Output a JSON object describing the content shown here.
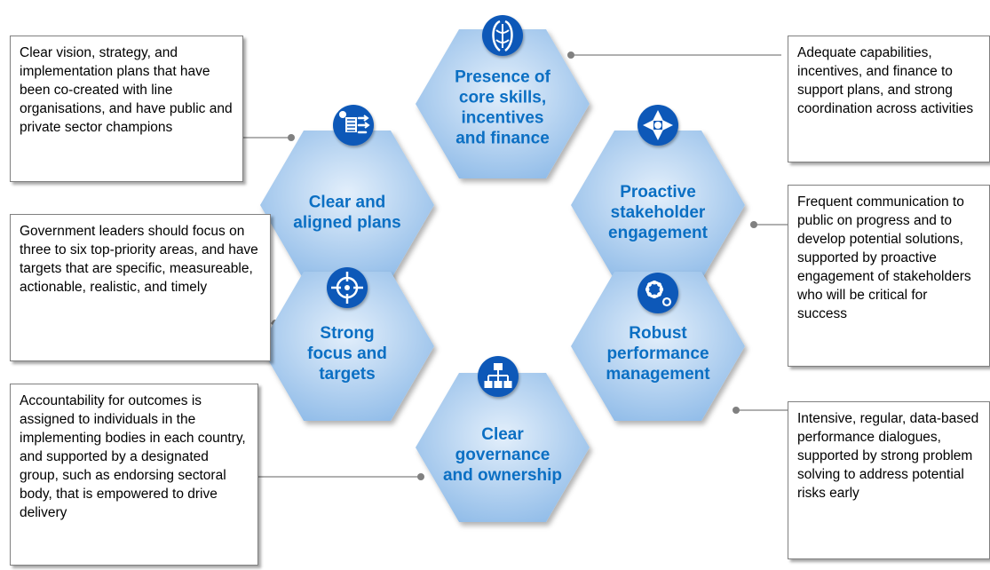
{
  "colors": {
    "hex_fill_light": "#e3effb",
    "hex_fill_dark": "#8fbbe8",
    "label_blue": "#0b6fc3",
    "icon_blue": "#0a58b8",
    "connector": "#808080"
  },
  "elements": [
    {
      "id": "skills",
      "label_lines": [
        "Presence of",
        "core skills,",
        "incentives",
        "and finance"
      ],
      "icon": "brain-icon",
      "description": "Adequate capabilities, incentives, and finance to support plans, and strong coordination across activities"
    },
    {
      "id": "plans",
      "label_lines": [
        "Clear and",
        "aligned plans"
      ],
      "icon": "plan-icon",
      "description": "Clear vision, strategy, and implementation plans that have been co-created with line organisations, and have public and private sector champions"
    },
    {
      "id": "stakeholder",
      "label_lines": [
        "Proactive",
        "stakeholder",
        "engagement"
      ],
      "icon": "handshake-icon",
      "description": "Frequent communication to public on progress and to develop potential solutions, supported by proactive engagement of stakeholders who will be critical for success"
    },
    {
      "id": "focus",
      "label_lines": [
        "Strong",
        "focus and",
        "targets"
      ],
      "icon": "target-icon",
      "description": "Government leaders should focus on three to six top-priority areas, and have targets that are specific, measureable, actionable, realistic, and timely"
    },
    {
      "id": "performance",
      "label_lines": [
        "Robust",
        "performance",
        "management"
      ],
      "icon": "gears-icon",
      "description": "Intensive, regular, data-based performance dialogues, supported by strong problem solving to address potential risks early"
    },
    {
      "id": "governance",
      "label_lines": [
        "Clear",
        "governance",
        "and ownership"
      ],
      "icon": "org-chart-icon",
      "description": "Accountability for outcomes is assigned to individuals in the implementing bodies in each country, and supported by a designated group, such as endorsing sectoral body, that is empowered to drive delivery"
    }
  ]
}
